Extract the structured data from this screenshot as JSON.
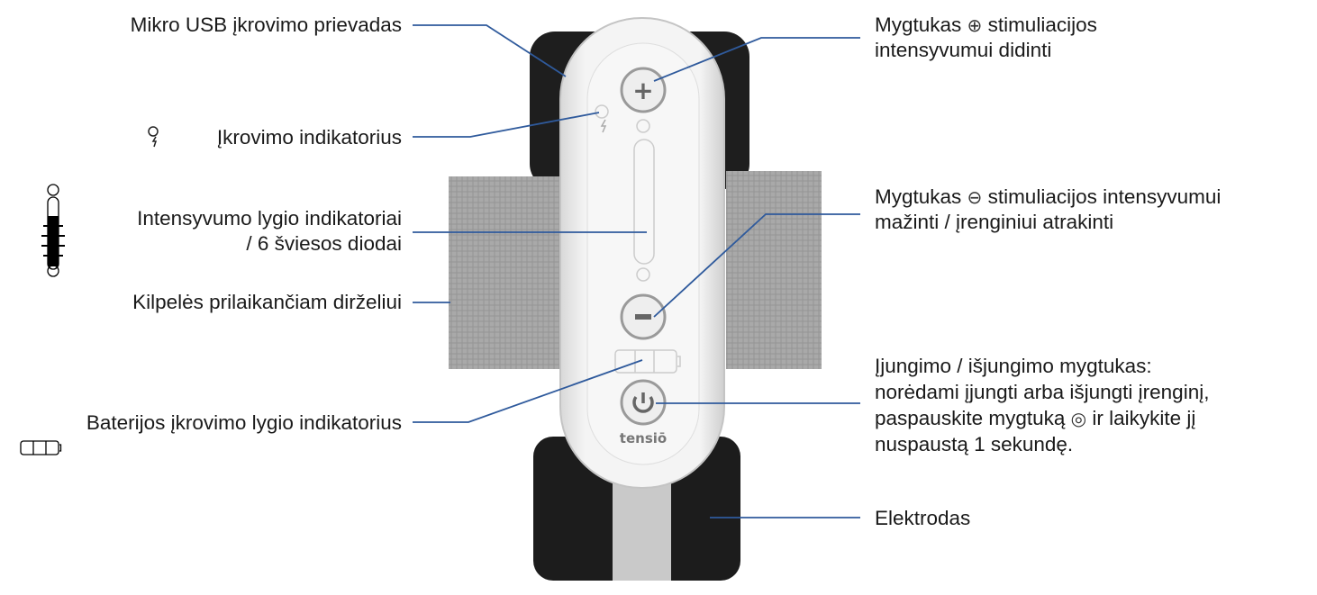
{
  "diagram": {
    "left_labels": {
      "micro_usb": "Mikro USB įkrovimo prievadas",
      "charge_indicator": "Įkrovimo indikatorius",
      "intensity_line1": "Intensyvumo lygio indikatoriai",
      "intensity_line2": "/ 6 šviesos diodai",
      "strap_loops": "Kilpelės prilaikančiam dirželiui",
      "battery_indicator": "Baterijos įkrovimo lygio indikatorius"
    },
    "right_labels": {
      "plus_a": "Mygtukas ",
      "plus_icon": "⊕",
      "plus_b": " stimuliacijos",
      "plus_line2": "intensyvumui didinti",
      "minus_a": "Mygtukas ",
      "minus_icon": "⊖",
      "minus_b": " stimuliacijos intensyvumui",
      "minus_line2": "mažinti / įrenginiui atrakinti",
      "power_line1": "Įjungimo / išjungimo mygtukas:",
      "power_line2": "norėdami įjungti arba išjungti įrenginį,",
      "power_line3a": "paspauskite mygtuką ",
      "power_icon": "◎",
      "power_line3b": " ir laikykite jį",
      "power_line4": "nuspaustą 1 sekundę.",
      "electrode": "Elektrodas"
    },
    "device": {
      "brand": "tensiō",
      "plus_symbol": "+",
      "minus_symbol": "−"
    },
    "colors": {
      "leader": "#2f5a9c",
      "pad": "#1e1e1e",
      "strap": "#a7a7a7",
      "body": "#f1f1f1"
    }
  }
}
